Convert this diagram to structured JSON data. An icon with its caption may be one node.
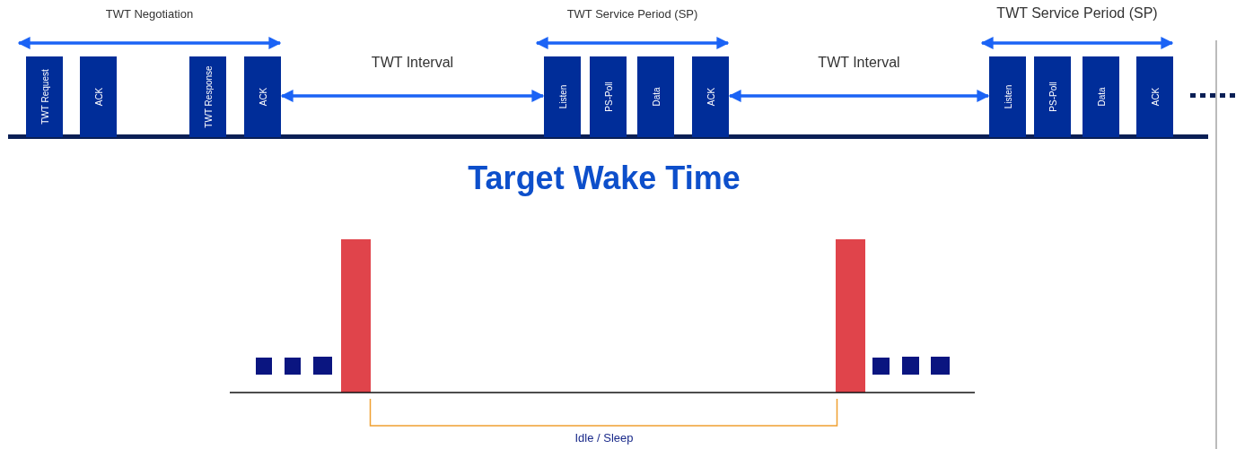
{
  "diagram": {
    "title": "Target Wake Time",
    "nodes": [
      {
        "text": [
          "TWT Request"
        ]
      },
      {
        "text": [
          "ACK"
        ]
      },
      {
        "text": [
          "TWT Response"
        ]
      },
      {
        "text": [
          "ACK"
        ]
      },
      {
        "text": [
          "Listen"
        ]
      },
      {
        "text": [
          "PS-Poll"
        ]
      },
      {
        "text": [
          "Data"
        ]
      },
      {
        "text": [
          "ACK"
        ]
      },
      {
        "text": [
          "Listen"
        ]
      },
      {
        "text": [
          "PS-Poll"
        ]
      },
      {
        "text": [
          "Data"
        ]
      },
      {
        "text": [
          "ACK"
        ]
      }
    ],
    "edges": [
      {
        "from": 0,
        "to": 3,
        "arrow": "both",
        "label": "TWT Negotiation"
      },
      {
        "from": 3,
        "to": 4,
        "arrow": "both",
        "label": "TWT Interval"
      },
      {
        "from": 4,
        "to": 7,
        "arrow": "both",
        "label": "TWT Service Period (SP)"
      },
      {
        "from": 7,
        "to": 8,
        "arrow": "both",
        "label": "TWT Interval"
      },
      {
        "from": 8,
        "to": 11,
        "arrow": "both",
        "label": "TWT Service Period (SP)"
      }
    ],
    "labels": [
      "Idle / Sleep"
    ]
  }
}
